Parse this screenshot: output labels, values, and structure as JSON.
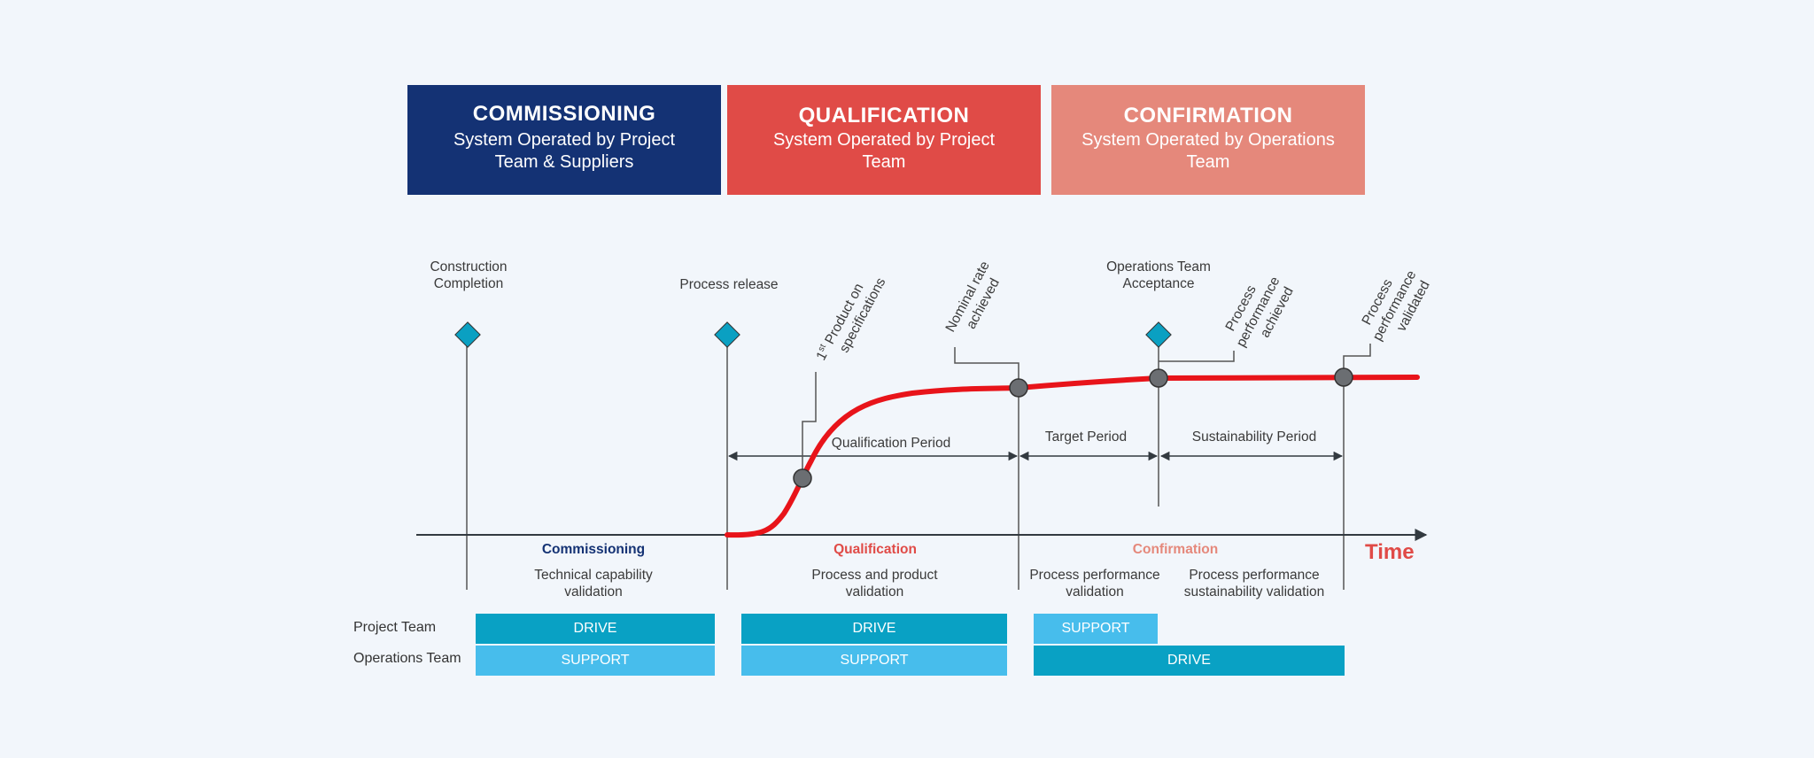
{
  "colors": {
    "commissioning": "#143274",
    "qualification": "#e04b47",
    "confirmation": "#e5887b",
    "curve": "#e8141a",
    "axis": "#333a40",
    "drive": "#09a1c4",
    "support": "#47bdec",
    "milestone_diamond": "#0aa0c2",
    "milestone_circle": "#6b6e72"
  },
  "phases": [
    {
      "title": "COMMISSIONING",
      "subtitle": "System Operated by Project Team & Suppliers"
    },
    {
      "title": "QUALIFICATION",
      "subtitle": "System Operated by Project Team"
    },
    {
      "title": "CONFIRMATION",
      "subtitle": "System Operated by Operations Team"
    }
  ],
  "milestones": {
    "construction_completion": "Construction Completion",
    "process_release": "Process release",
    "first_product": "1st Product on specifications",
    "first_product_sup": "st",
    "nominal_rate": "Nominal rate achieved",
    "operations_acceptance": "Operations Team Acceptance",
    "performance_achieved": "Process performance achieved",
    "performance_validated": "Process performance validated"
  },
  "periods": {
    "qualification": "Qualification Period",
    "target": "Target Period",
    "sustainability": "Sustainability Period"
  },
  "axis": {
    "time_label": "Time",
    "phase_labels": [
      "Commissioning",
      "Qualification",
      "Confirmation"
    ],
    "descriptions": [
      "Technical capability validation",
      "Process and product validation",
      "Process performance validation",
      "Process performance sustainability validation"
    ]
  },
  "teams": {
    "project_team": "Project Team",
    "operations_team": "Operations Team",
    "bars": {
      "p_commissioning": "DRIVE",
      "o_commissioning": "SUPPORT",
      "p_qualification": "DRIVE",
      "o_qualification": "SUPPORT",
      "p_confirmation": "SUPPORT",
      "o_confirmation": "DRIVE"
    }
  }
}
